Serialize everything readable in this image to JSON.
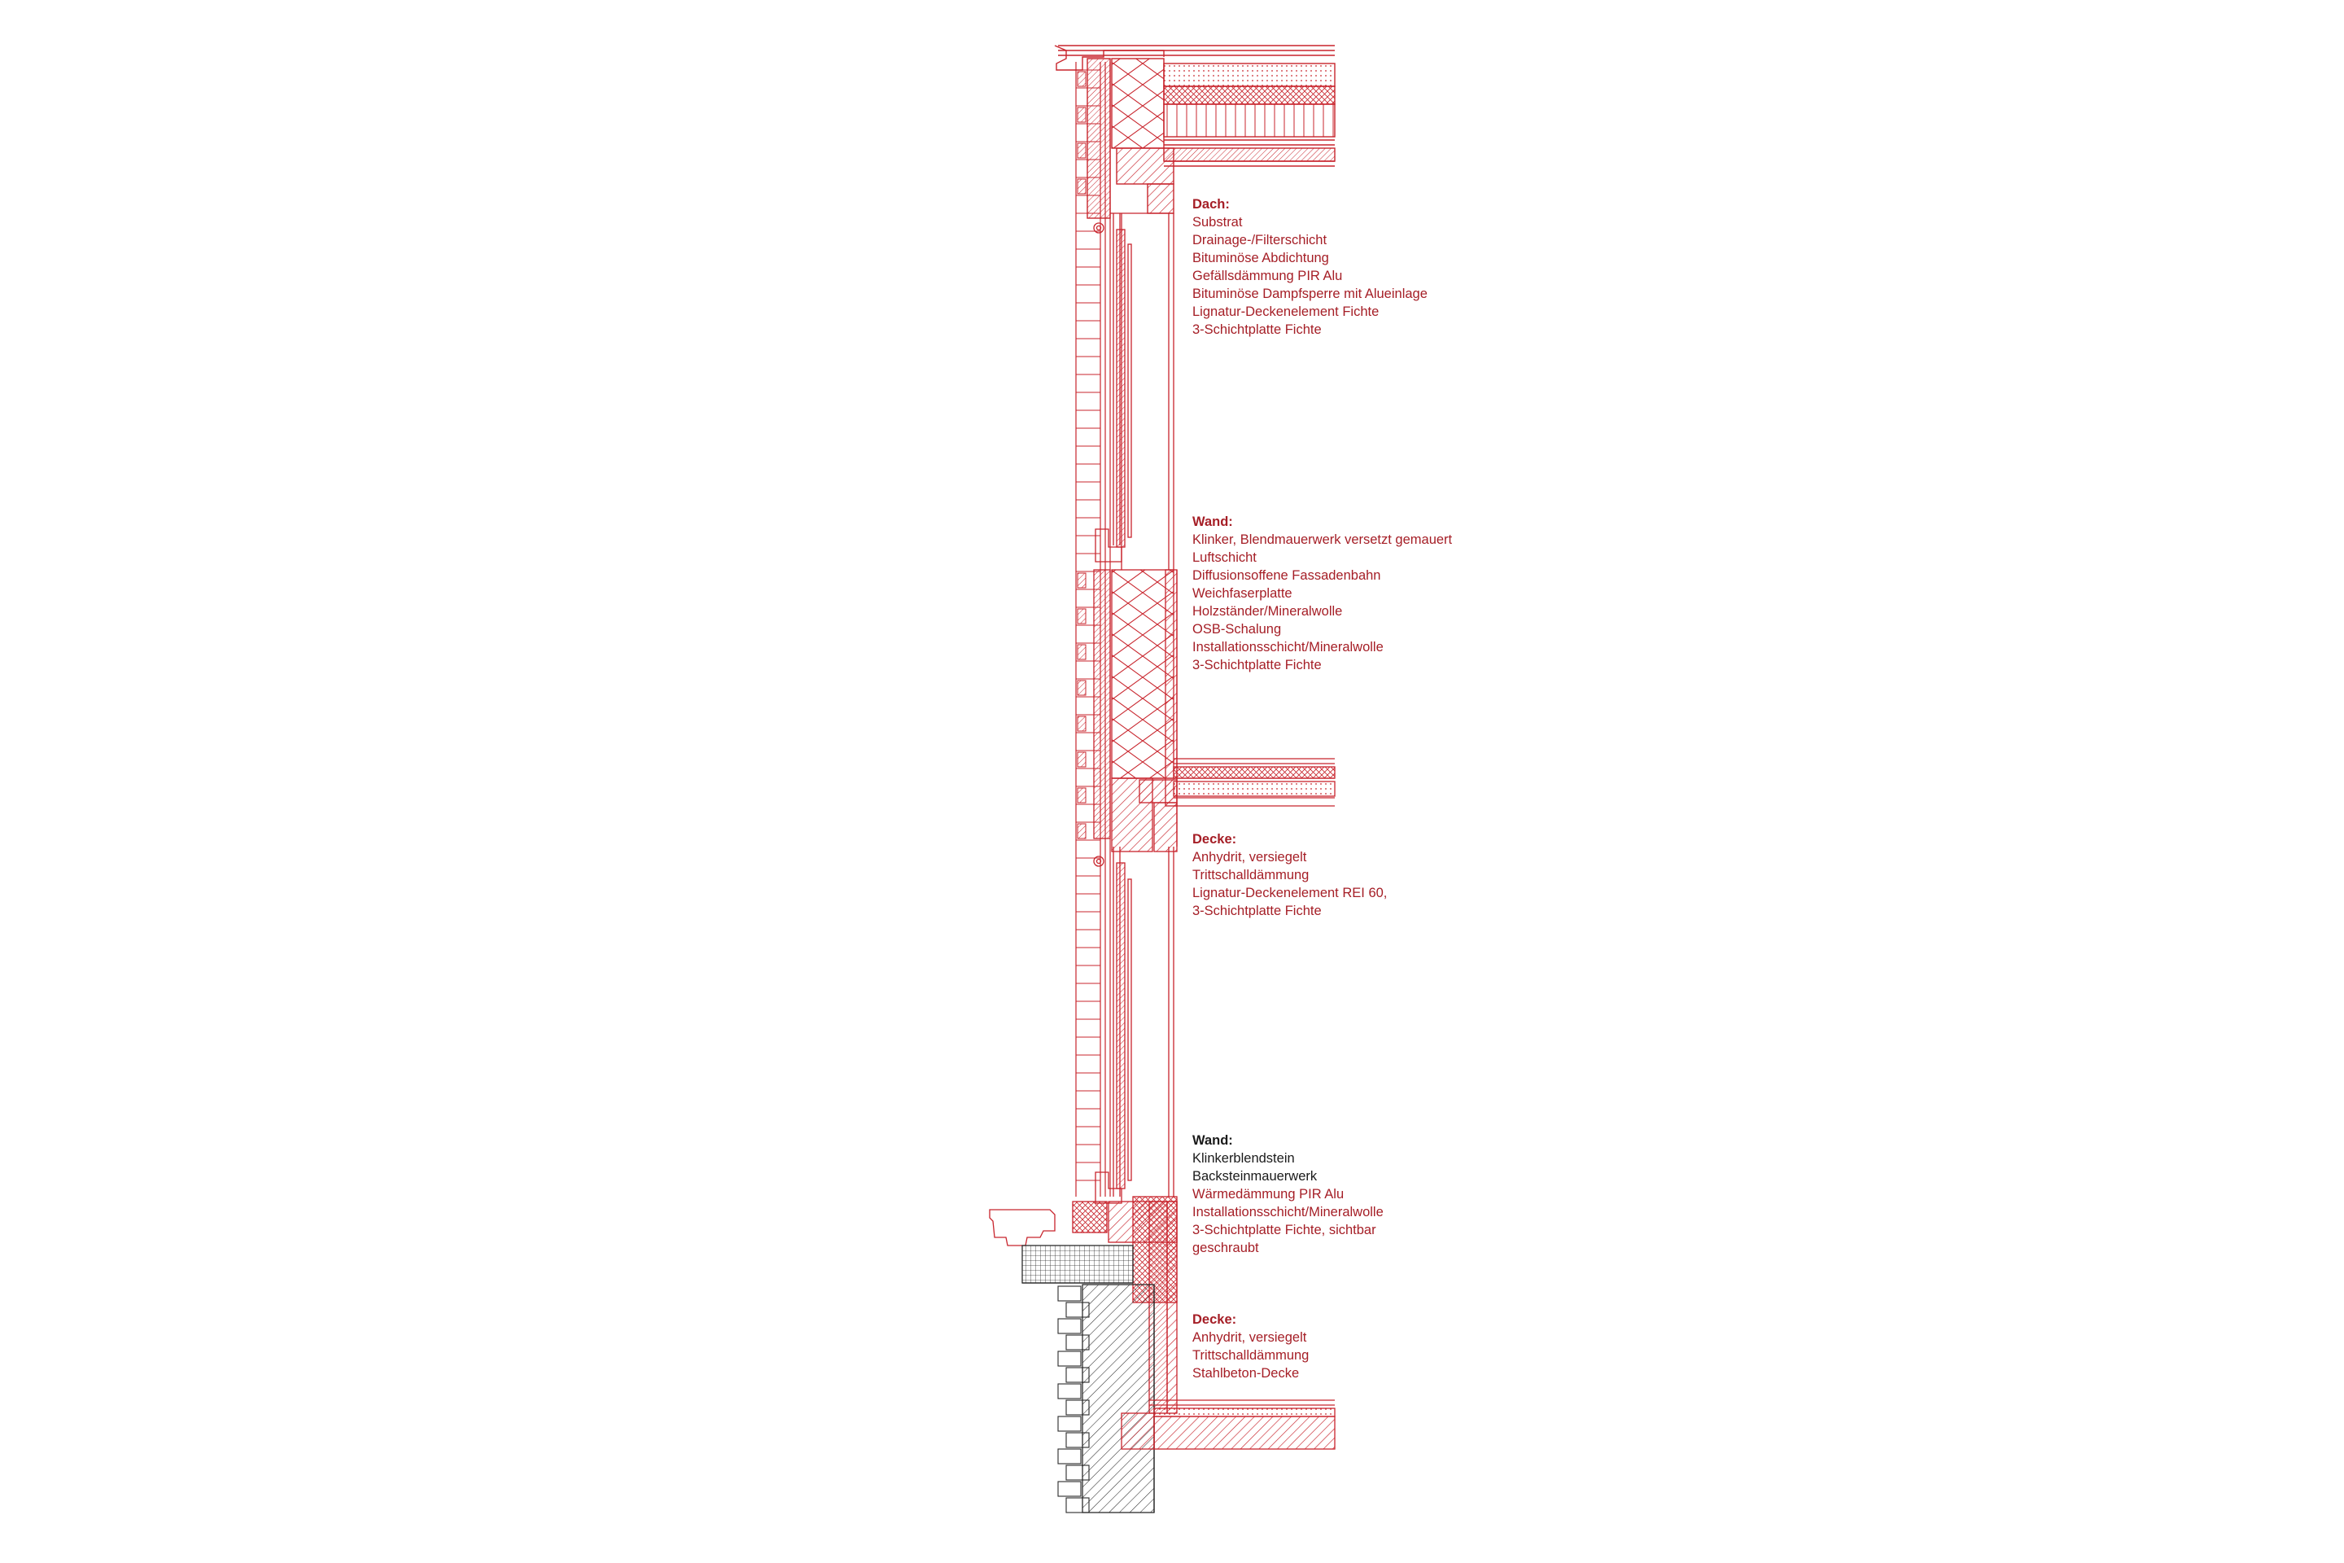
{
  "colors": {
    "line_red": "#c8242c",
    "text_red": "#a51e26",
    "line_dark": "#2b2b2b",
    "background": "#ffffff"
  },
  "legend_blocks": [
    {
      "heading": "Dach:",
      "heading_dark": false,
      "items": [
        {
          "text": "Substrat",
          "dark": false
        },
        {
          "text": "Drainage-/Filterschicht",
          "dark": false
        },
        {
          "text": "Bituminöse Abdichtung",
          "dark": false
        },
        {
          "text": "Gefällsdämmung PIR Alu",
          "dark": false
        },
        {
          "text": "Bituminöse Dampfsperre mit Alueinlage",
          "dark": false
        },
        {
          "text": "Lignatur-Deckenelement Fichte",
          "dark": false
        },
        {
          "text": "3-Schichtplatte Fichte",
          "dark": false
        }
      ]
    },
    {
      "heading": "Wand:",
      "heading_dark": false,
      "items": [
        {
          "text": "Klinker, Blendmauerwerk versetzt gemauert",
          "dark": false
        },
        {
          "text": "Luftschicht",
          "dark": false
        },
        {
          "text": "Diffusionsoffene Fassadenbahn",
          "dark": false
        },
        {
          "text": "Weichfaserplatte",
          "dark": false
        },
        {
          "text": "Holzständer/Mineralwolle",
          "dark": false
        },
        {
          "text": "OSB-Schalung",
          "dark": false
        },
        {
          "text": "Installationsschicht/Mineralwolle",
          "dark": false
        },
        {
          "text": "3-Schichtplatte Fichte",
          "dark": false
        }
      ]
    },
    {
      "heading": "Decke:",
      "heading_dark": false,
      "items": [
        {
          "text": "Anhydrit, versiegelt",
          "dark": false
        },
        {
          "text": "Trittschalldämmung",
          "dark": false
        },
        {
          "text": "Lignatur-Deckenelement REI 60,",
          "dark": false
        },
        {
          "text": "3-Schichtplatte Fichte",
          "dark": false
        }
      ]
    },
    {
      "heading": "Wand:",
      "heading_dark": true,
      "items": [
        {
          "text": "Klinkerblendstein",
          "dark": true
        },
        {
          "text": "Backsteinmauerwerk",
          "dark": true
        },
        {
          "text": "Wärmedämmung PIR Alu",
          "dark": false
        },
        {
          "text": "Installationsschicht/Mineralwolle",
          "dark": false
        },
        {
          "text": "3-Schichtplatte Fichte, sichtbar",
          "dark": false
        },
        {
          "text": "geschraubt",
          "dark": false
        }
      ]
    },
    {
      "heading": "Decke:",
      "heading_dark": false,
      "items": [
        {
          "text": "Anhydrit, versiegelt",
          "dark": false
        },
        {
          "text": "Trittschalldämmung",
          "dark": false
        },
        {
          "text": "Stahlbeton-Decke",
          "dark": false
        }
      ]
    }
  ]
}
